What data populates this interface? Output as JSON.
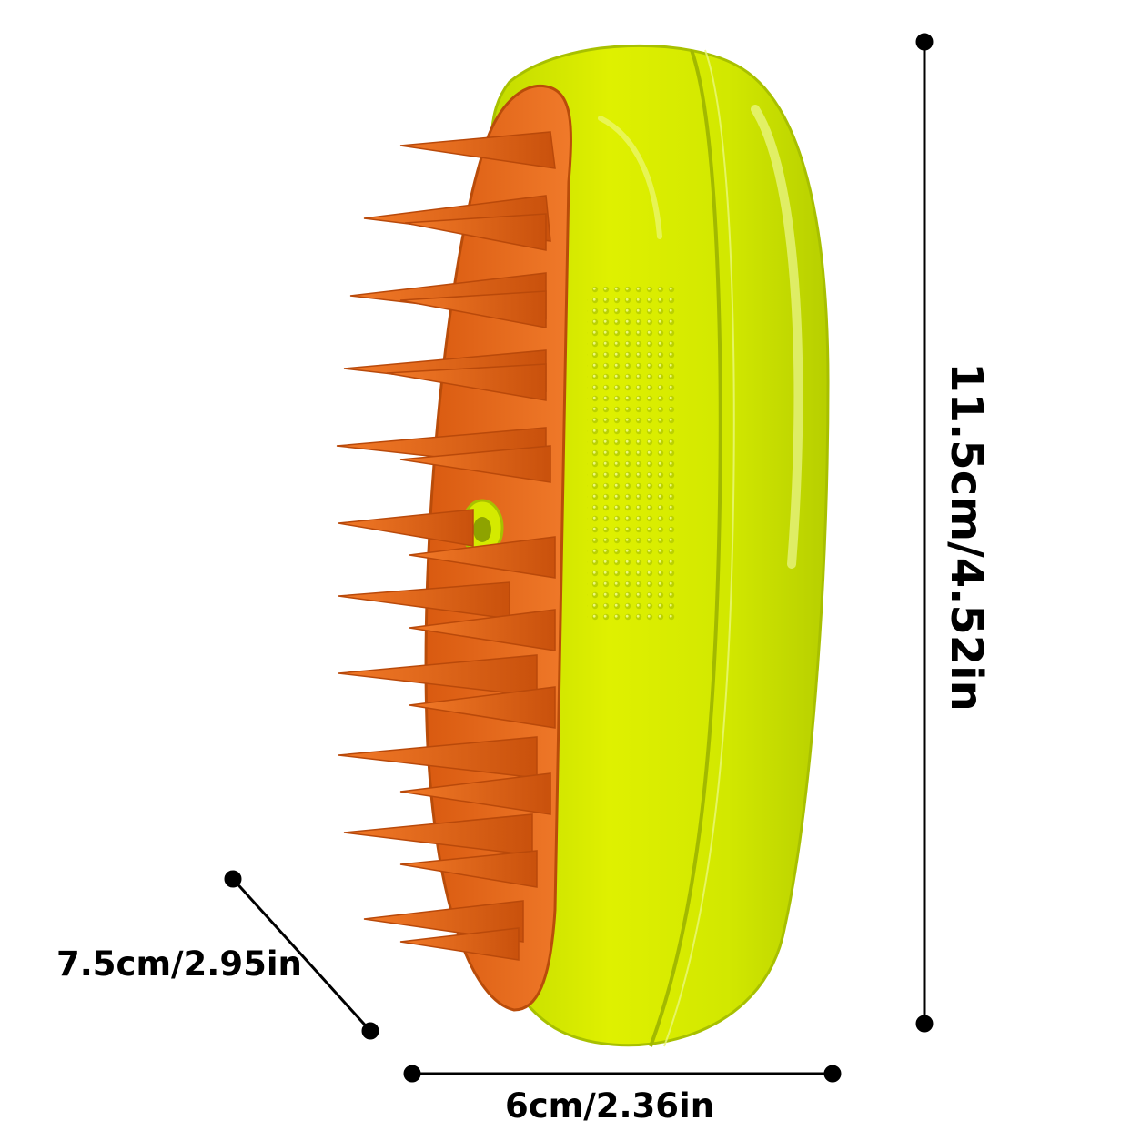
{
  "product": {
    "description_icon": "pet-steam-brush",
    "colors": {
      "shell": "#d4ea00",
      "shell_dark": "#a8c000",
      "shell_light": "#e9f86a",
      "bristle": "#ee6a1a",
      "bristle_dark": "#c9510c",
      "base": "#e56417"
    }
  },
  "dimensions": {
    "height_label": "11.5cm/4.52in",
    "width_label": "6cm/2.36in",
    "depth_label": "7.5cm/2.95in"
  }
}
